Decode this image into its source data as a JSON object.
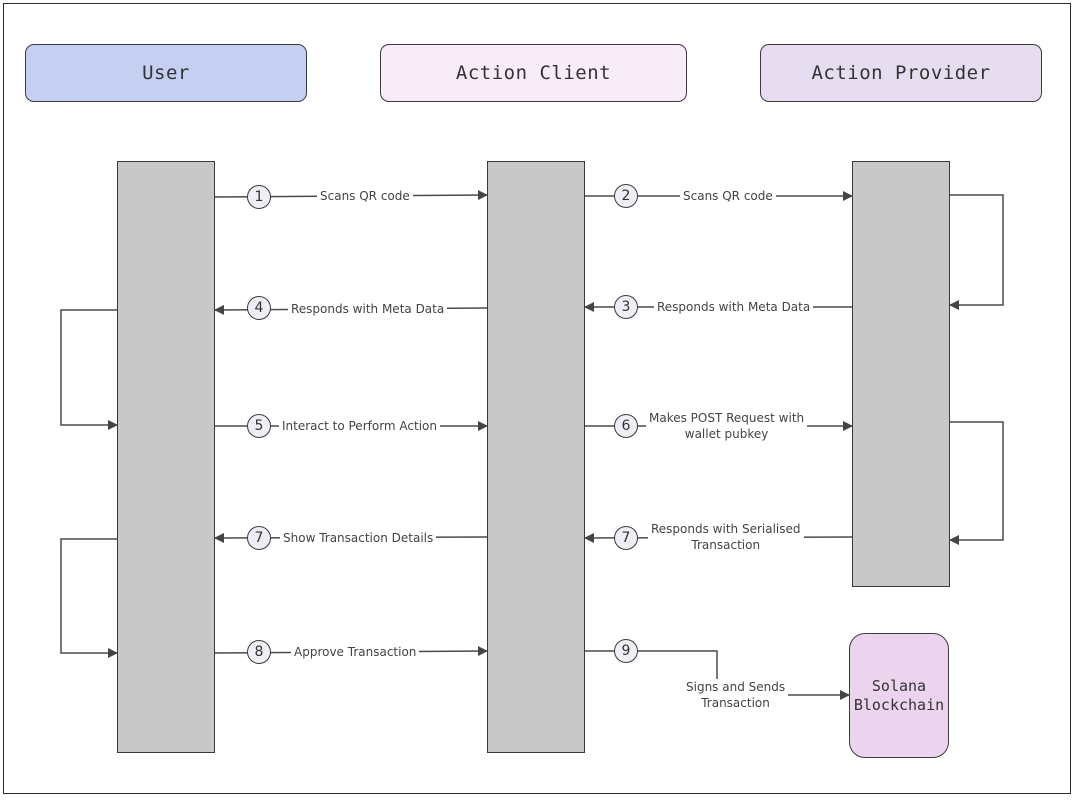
{
  "participants": {
    "user": {
      "label": "User",
      "color": "#c5cff2"
    },
    "client": {
      "label": "Action Client",
      "color": "#f8ecf9"
    },
    "provider": {
      "label": "Action Provider",
      "color": "#e6def0"
    }
  },
  "blockchain": {
    "line1": "Solana",
    "line2": "Blockchain",
    "color": "#ecd4ee"
  },
  "messages": [
    {
      "step": "1",
      "text": "Scans QR code"
    },
    {
      "step": "2",
      "text": "Scans QR code"
    },
    {
      "step": "3",
      "text": "Responds with Meta Data"
    },
    {
      "step": "4",
      "text": "Responds with Meta Data"
    },
    {
      "step": "5",
      "text": "Interact to Perform Action"
    },
    {
      "step": "6",
      "line1": "Makes POST Request with",
      "line2": "wallet pubkey"
    },
    {
      "step": "7",
      "line1": "Responds with Serialised",
      "line2": "Transaction"
    },
    {
      "step": "7",
      "text": "Show Transaction Details"
    },
    {
      "step": "8",
      "text": "Approve Transaction"
    },
    {
      "step": "9",
      "line1": "Signs and Sends",
      "line2": "Transaction"
    }
  ]
}
